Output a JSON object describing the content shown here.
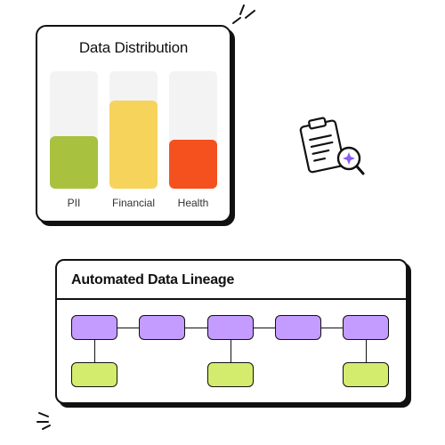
{
  "distribution_card": {
    "title": "Data Distribution",
    "bars": [
      {
        "label": "PII",
        "fill_fraction": 0.45,
        "color": "#a8c13f"
      },
      {
        "label": "Financial",
        "fill_fraction": 0.75,
        "color": "#f6d45c"
      },
      {
        "label": "Health",
        "fill_fraction": 0.42,
        "color": "#f4511e"
      }
    ]
  },
  "lineage_card": {
    "title": "Automated Data Lineage",
    "colors": {
      "primary_node": "#c49cff",
      "secondary_node": "#d3ec6e"
    }
  },
  "icons": [
    "document-search-icon",
    "sparkle-icon"
  ]
}
